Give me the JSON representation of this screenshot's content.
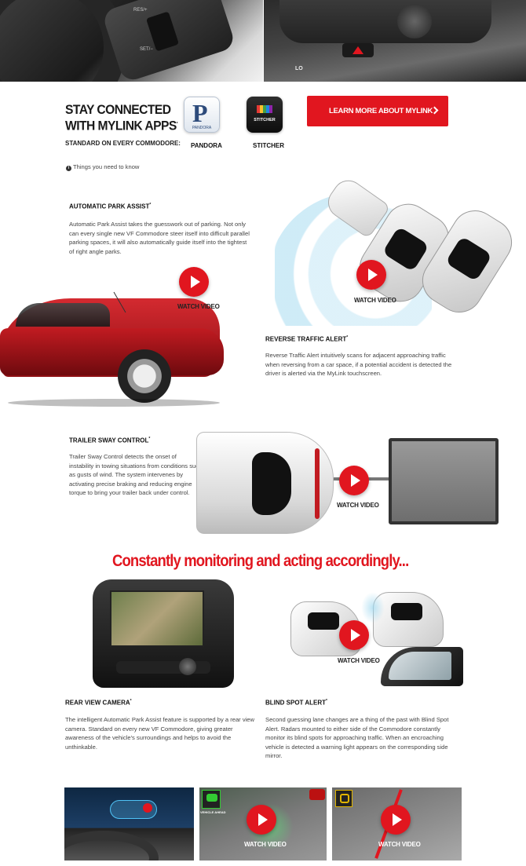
{
  "mylink": {
    "title_line1": "STAY CONNECTED",
    "title_line2": "WITH MYLINK APPS",
    "title_sup": "*",
    "subtitle": "STANDARD ON EVERY COMMODORE:",
    "apps": [
      {
        "label": "PANDORA",
        "icon_text": "PANDORA"
      },
      {
        "label": "STITCHER",
        "icon_text": "STITCHER"
      }
    ],
    "cta_label": "LEARN MORE ABOUT MYLINK",
    "info_text": "Things you need to know"
  },
  "park_assist": {
    "title": "AUTOMATIC PARK ASSIST",
    "sup": "*",
    "body": "Automatic Park Assist takes the guesswork out of parking. Not only can every single new VF Commodore steer itself into difficult parallel parking spaces, it will also automatically guide itself into the tightest of right angle parks.",
    "video_label": "WATCH VIDEO"
  },
  "reverse_alert": {
    "title": "REVERSE TRAFFIC ALERT",
    "sup": "*",
    "body": "Reverse Traffic Alert intuitively scans for adjacent approaching traffic when reversing from a car space, if a potential accident is detected the driver is alerted via the MyLink touchscreen.",
    "video_label": "WATCH VIDEO"
  },
  "trailer_sway": {
    "title": "TRAILER SWAY CONTROL",
    "sup": "*",
    "body": "Trailer Sway Control detects the onset of instability in towing situations from conditions such as gusts of wind. The system intervenes by activating precise braking and reducing engine torque to bring your trailer back under control.",
    "video_label": "WATCH VIDEO"
  },
  "monitoring_heading": "Constantly monitoring and acting accordingly...",
  "rear_camera": {
    "title": "REAR VIEW CAMERA",
    "sup": "*",
    "body": "The intelligent Automatic Park Assist feature is supported by a rear view camera. Standard on every new VF Commodore, giving greater awareness of the vehicle's surroundings and helps to avoid the unthinkable."
  },
  "blind_spot": {
    "title": "BLIND SPOT ALERT",
    "sup": "*",
    "body": "Second guessing lane changes are a thing of the past with Blind Spot Alert. Radars mounted to either side of the Commodore constantly monitor its blind spots for approaching traffic. When an encroaching vehicle is detected a warning light appears on the corresponding side mirror.",
    "video_label": "WATCH VIDEO"
  },
  "bottom_videos": [
    {
      "video_label": "WATCH VIDEO",
      "badge": "VEHICLE AHEAD"
    },
    {
      "video_label": "WATCH VIDEO"
    }
  ],
  "colors": {
    "brand_red": "#e1161f",
    "radar_blue": "#9fd8ef"
  }
}
